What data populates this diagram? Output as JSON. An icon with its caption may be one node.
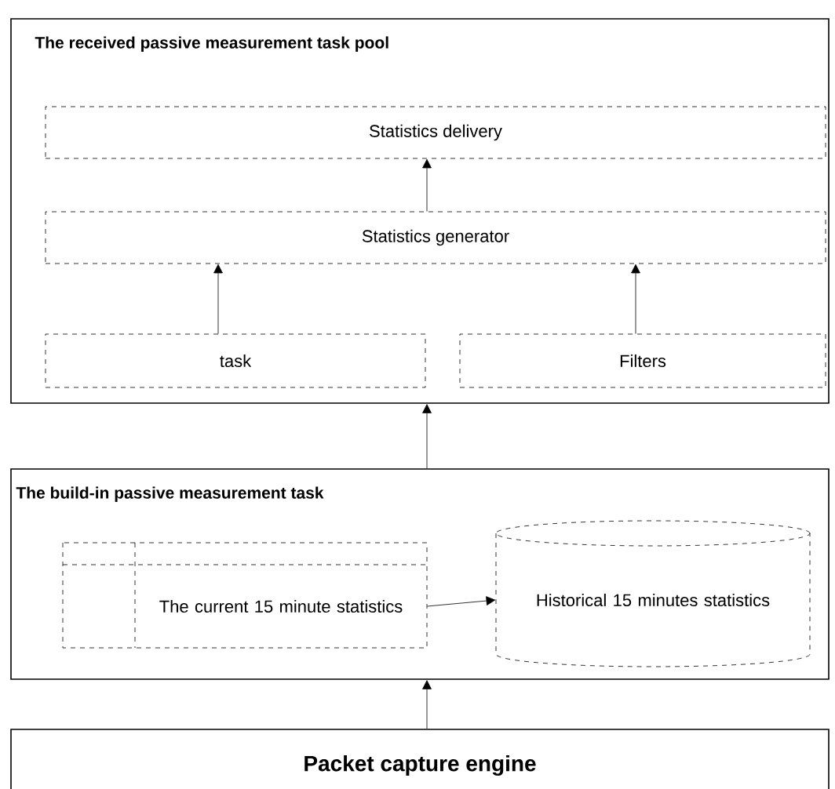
{
  "diagram": {
    "nodes": [
      {
        "text": [
          "The received passive measurement task pool"
        ]
      },
      {
        "text": [
          "Statistics delivery"
        ],
        "in": 0
      },
      {
        "text": [
          "Statistics generator"
        ],
        "in": 0
      },
      {
        "text": [
          "task"
        ],
        "in": 0
      },
      {
        "text": [
          "Filters"
        ],
        "in": 0
      },
      {
        "text": [
          "The build-in passive measurement task"
        ]
      },
      {
        "text": [
          "The current 15 minute statistics"
        ],
        "in": 5
      },
      {
        "text": [
          "Historical 15 minutes statistics"
        ],
        "in": 5
      },
      {
        "text": [
          "Packet capture engine"
        ]
      }
    ],
    "edges": [
      {
        "from": 3,
        "to": 2,
        "arrow": "to"
      },
      {
        "from": 4,
        "to": 2,
        "arrow": "to"
      },
      {
        "from": 2,
        "to": 1,
        "arrow": "to"
      },
      {
        "from": 5,
        "to": 0,
        "arrow": "to"
      },
      {
        "from": 6,
        "to": 7,
        "arrow": "to"
      },
      {
        "from": 8,
        "to": 5,
        "arrow": "to"
      }
    ]
  }
}
